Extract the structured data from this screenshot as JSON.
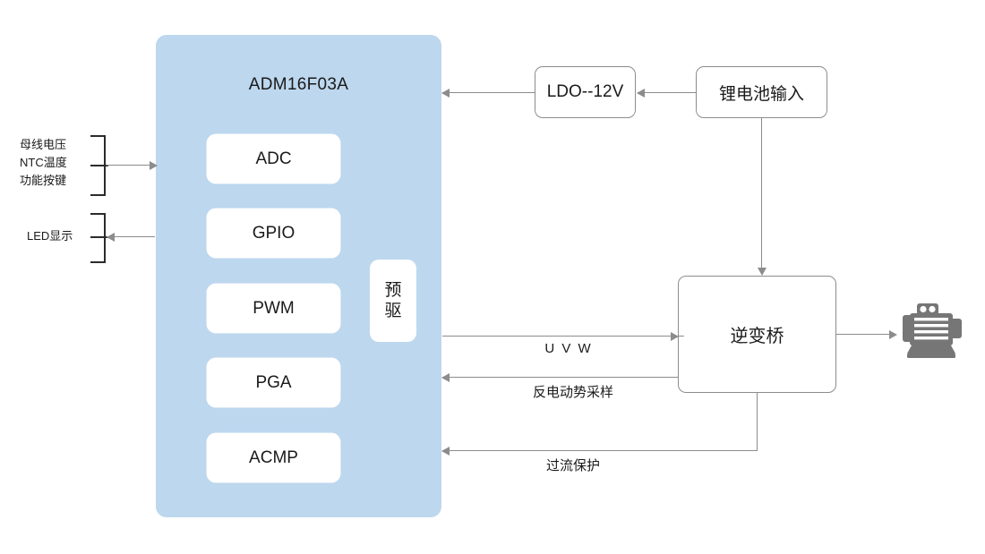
{
  "diagram": {
    "title": "ADM16F03A motor control block diagram",
    "colors": {
      "mcu_panel": "#bdd7ee",
      "module_box": "#ffffff",
      "line": "#8c8c8c",
      "bracket": "#2b2b2b",
      "motor": "#767676",
      "text": "#1a1a1a"
    }
  },
  "mcu": {
    "title": "ADM16F03A",
    "modules": [
      {
        "label": "ADC"
      },
      {
        "label": "GPIO"
      },
      {
        "label": "PWM"
      },
      {
        "label": "PGA"
      },
      {
        "label": "ACMP"
      }
    ],
    "predriver": {
      "line1": "预",
      "line2": "驱",
      "full": "预驱"
    }
  },
  "inputs": {
    "sensor_group": {
      "lines": [
        "母线电压",
        "NTC温度",
        "功能按键"
      ],
      "direction": "to-mcu"
    },
    "display_group": {
      "lines": [
        "LED显示"
      ],
      "direction": "from-mcu"
    }
  },
  "power": {
    "ldo": {
      "label": "LDO--12V"
    },
    "battery": {
      "label": "锂电池输入"
    }
  },
  "power_stage": {
    "inverter": {
      "label": "逆变桥"
    },
    "motor": {
      "icon": "motor-icon"
    }
  },
  "signals": {
    "uvw": {
      "label": "U V W",
      "direction": "mcu-to-inverter"
    },
    "bemf": {
      "label": "反电动势采样",
      "direction": "inverter-to-mcu"
    },
    "ocp": {
      "label": "过流保护",
      "direction": "inverter-to-mcu"
    }
  }
}
